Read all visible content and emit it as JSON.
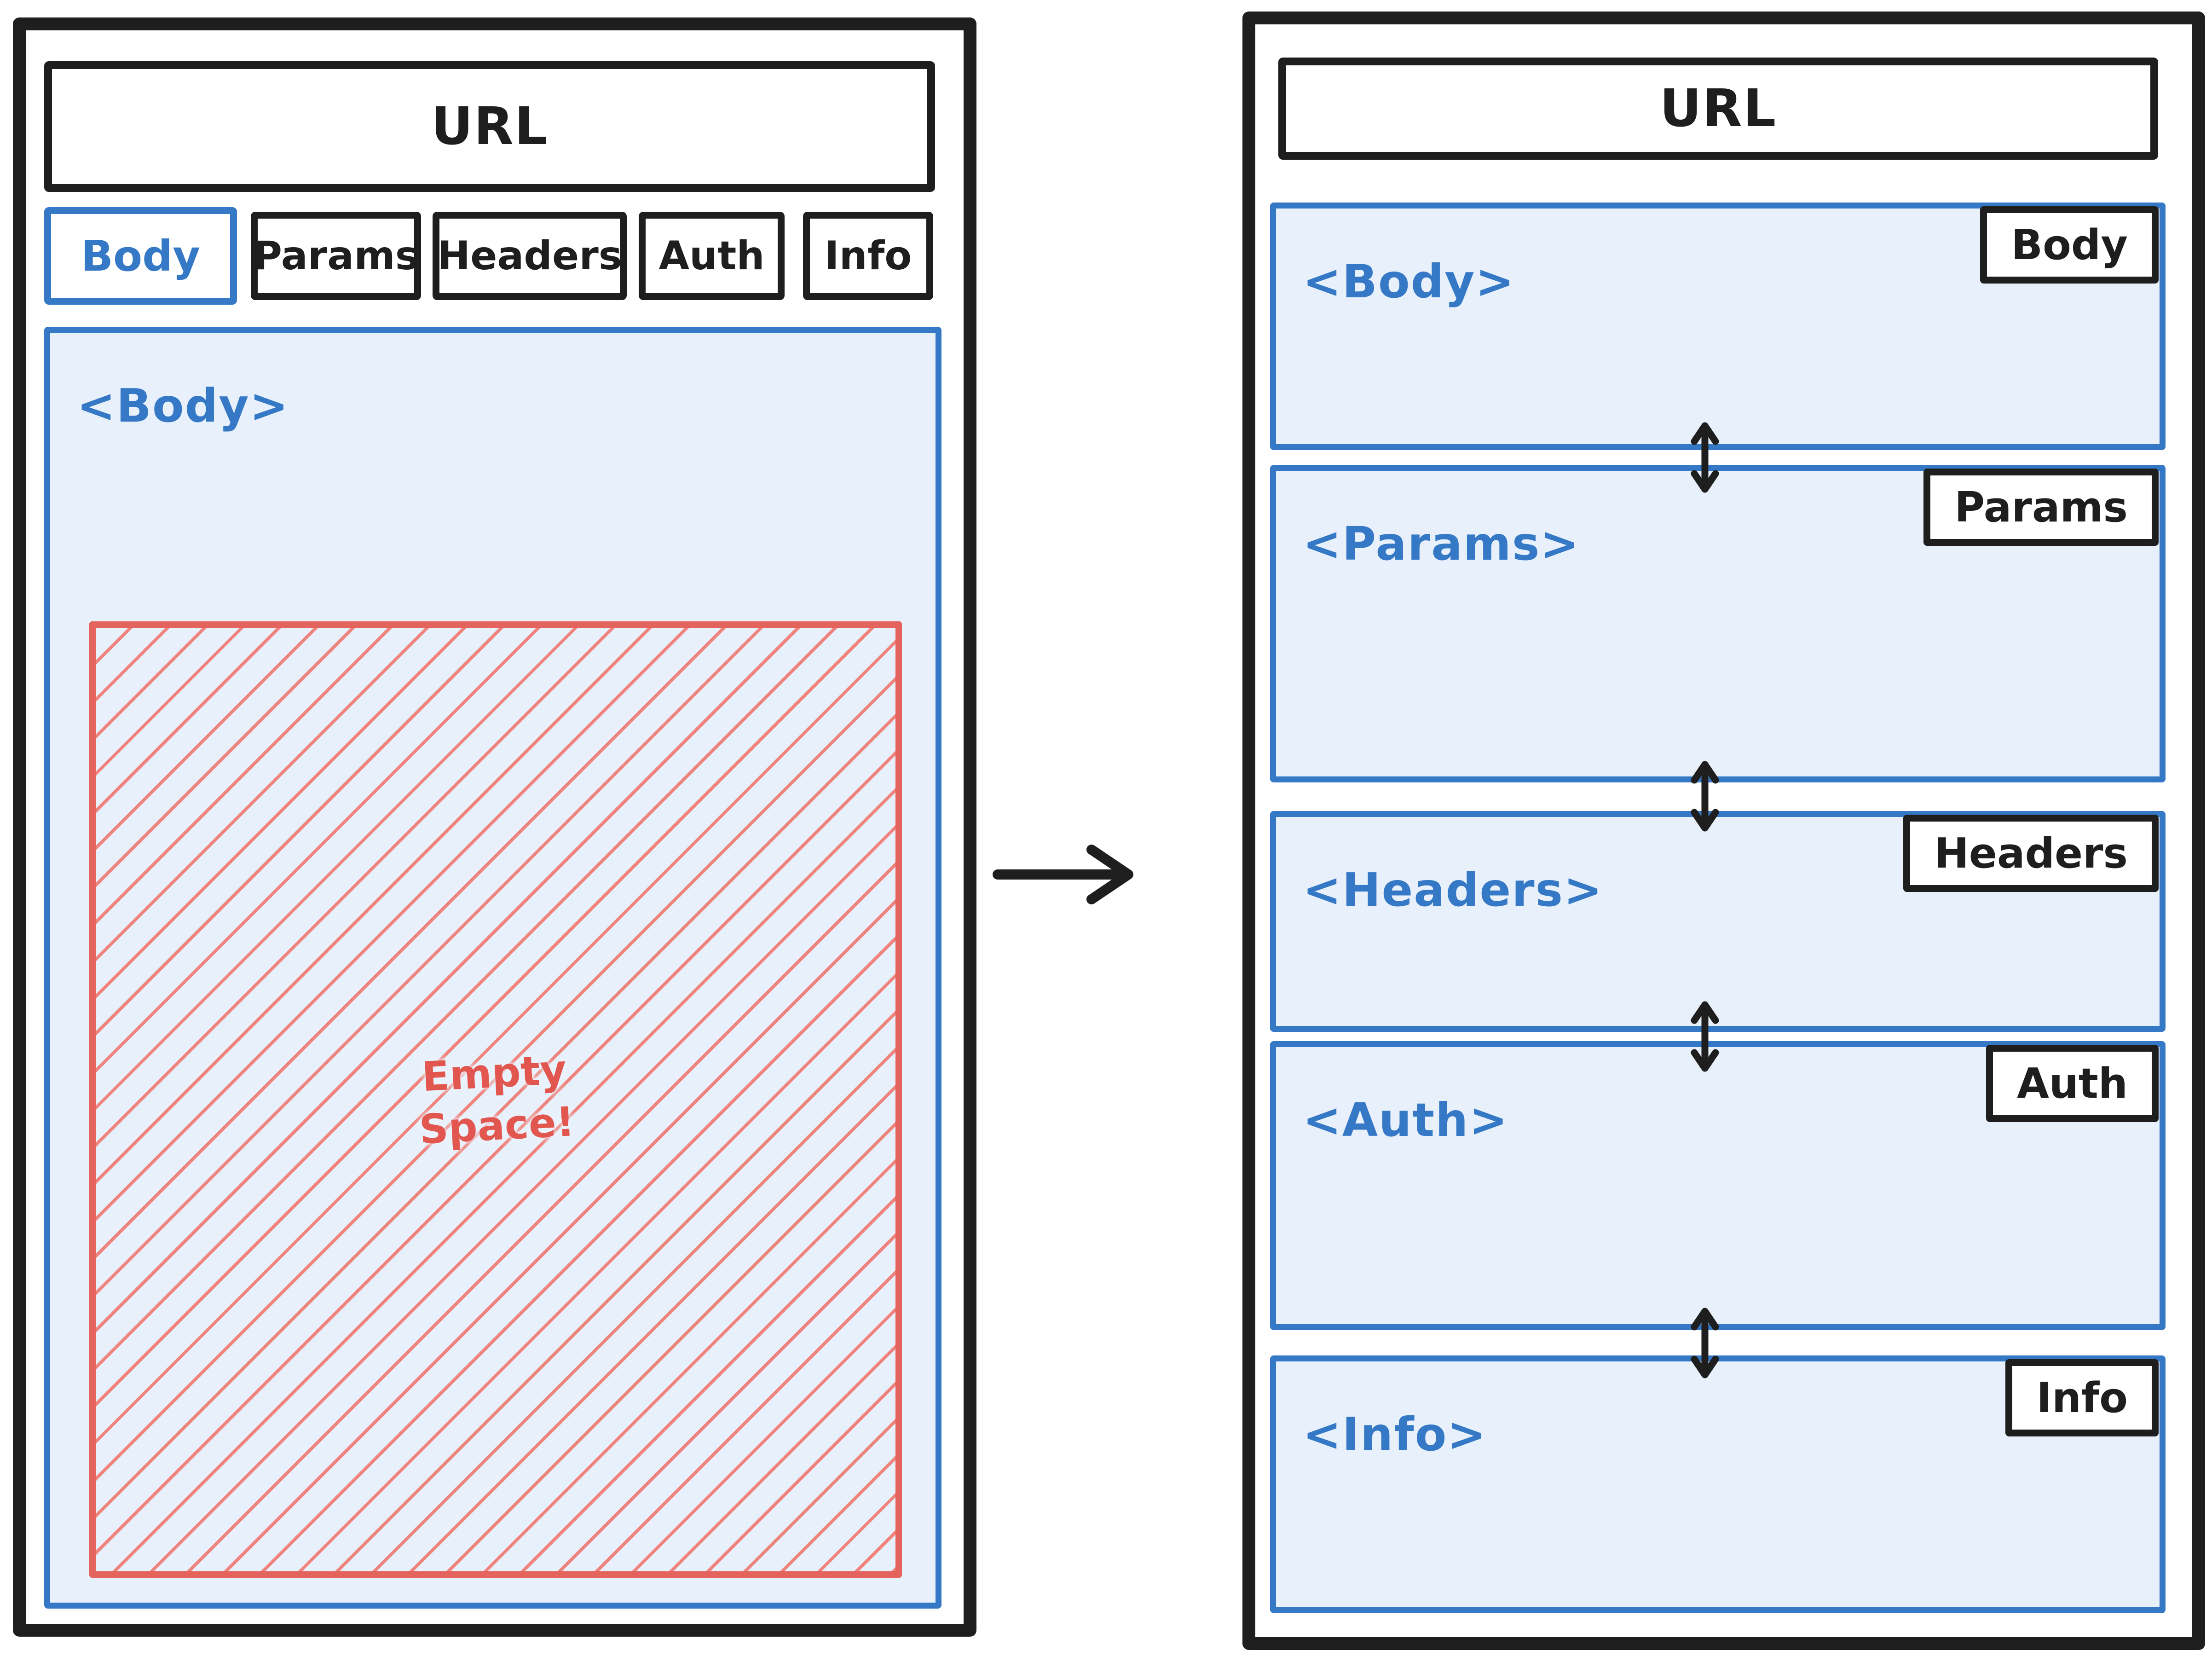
{
  "colors": {
    "ink": "#1e1e1e",
    "accent_blue": "#3478c6",
    "panel_fill": "#e8f1fb",
    "warning_red_border": "#e4635c",
    "warning_red_hatch": "#ef837d",
    "warning_red_text": "#e25650"
  },
  "left_window": {
    "url_label": "URL",
    "tabs": [
      {
        "label": "Body",
        "active": true
      },
      {
        "label": "Params",
        "active": false
      },
      {
        "label": "Headers",
        "active": false
      },
      {
        "label": "Auth",
        "active": false
      },
      {
        "label": "Info",
        "active": false
      }
    ],
    "panel_label": "<Body>",
    "empty_space": {
      "line1": "Empty",
      "line2": "Space!"
    }
  },
  "right_window": {
    "url_label": "URL",
    "panels": [
      {
        "label": "<Body>",
        "tag": "Body"
      },
      {
        "label": "<Params>",
        "tag": "Params"
      },
      {
        "label": "<Headers>",
        "tag": "Headers"
      },
      {
        "label": "<Auth>",
        "tag": "Auth"
      },
      {
        "label": "<Info>",
        "tag": "Info"
      }
    ]
  }
}
